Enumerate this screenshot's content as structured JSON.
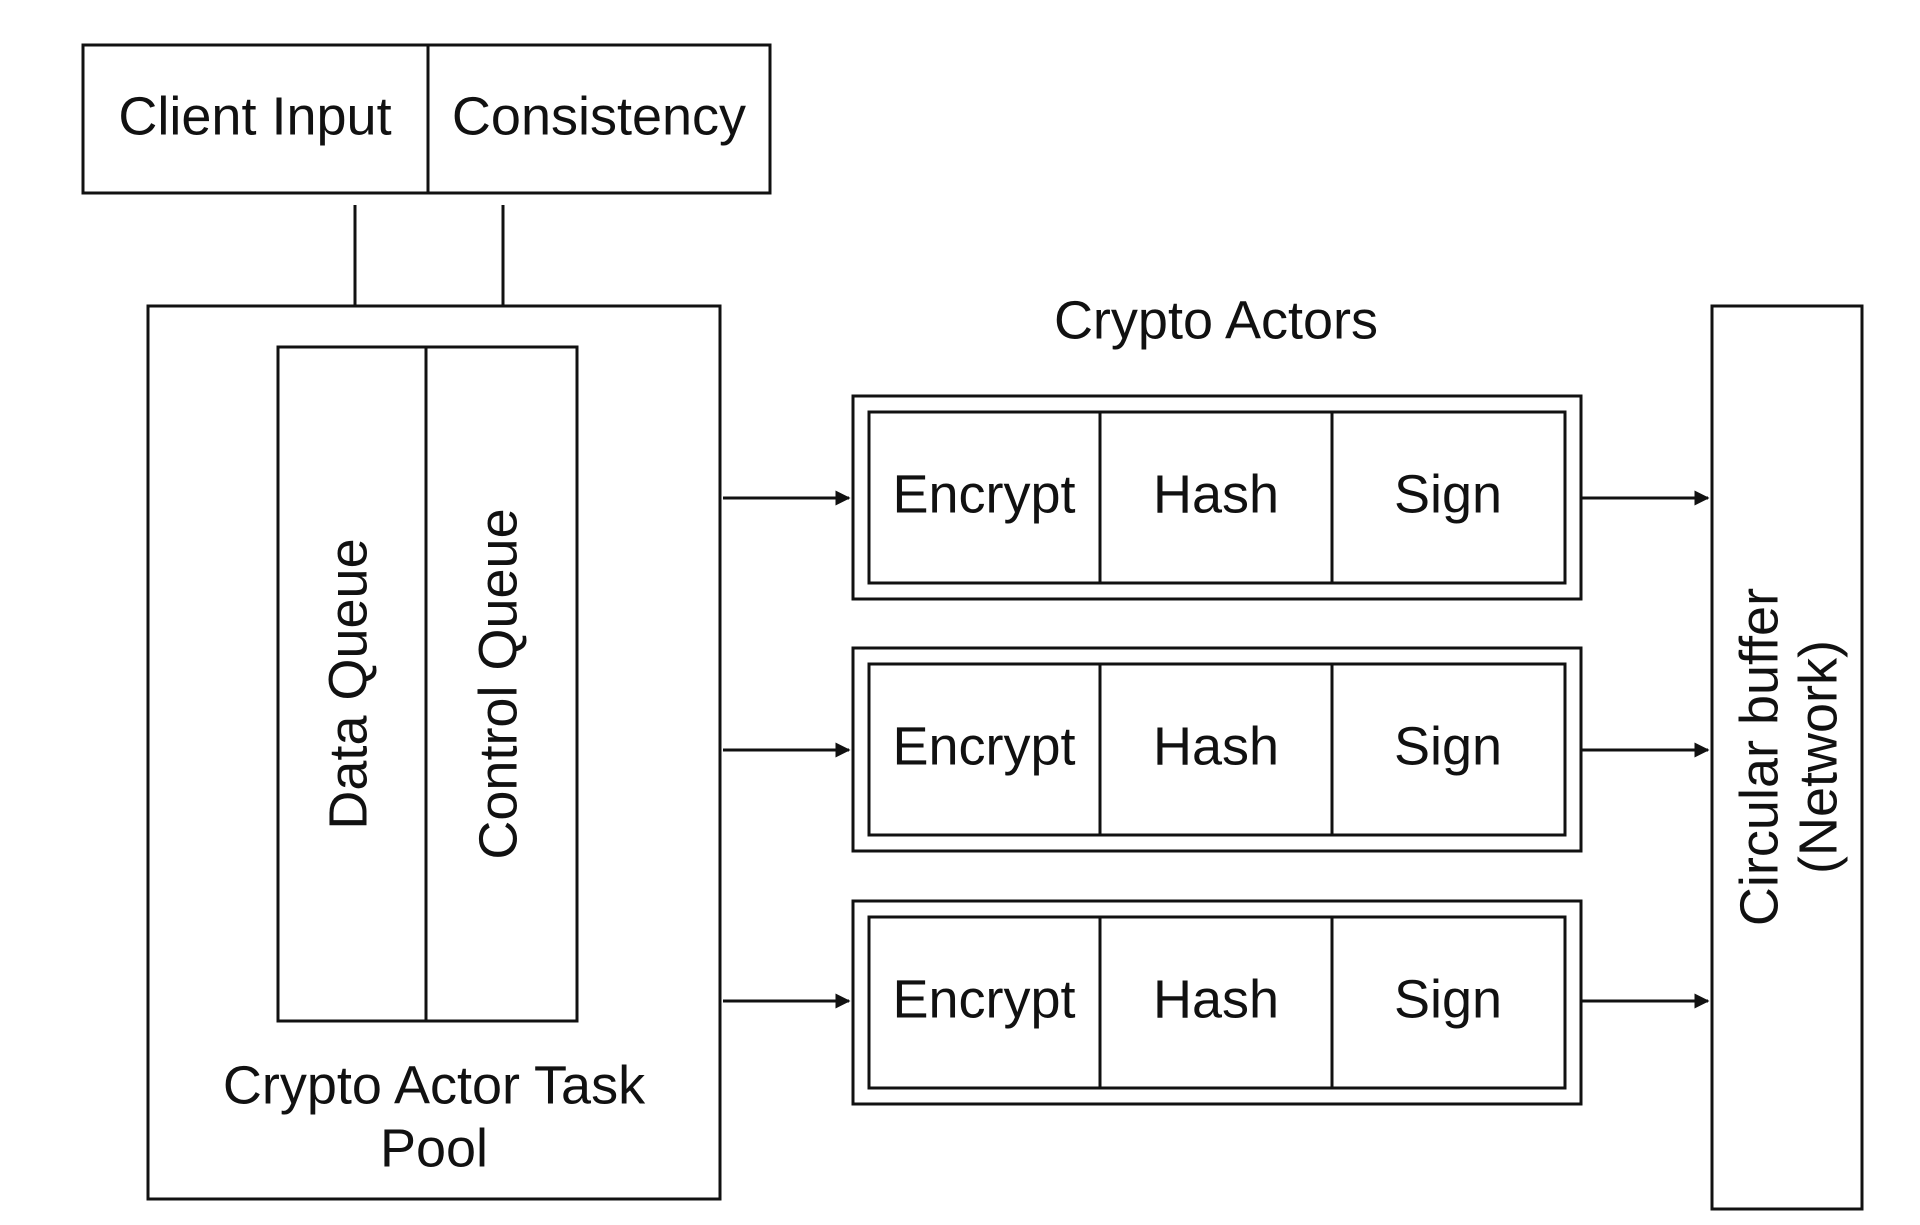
{
  "inputs": {
    "client_input": "Client Input",
    "consistency": "Consistency"
  },
  "task_pool": {
    "data_queue": "Data Queue",
    "control_queue": "Control Queue",
    "title_line1": "Crypto Actor Task",
    "title_line2": "Pool"
  },
  "crypto_actors": {
    "title": "Crypto Actors",
    "rows": [
      {
        "encrypt": "Encrypt",
        "hash": "Hash",
        "sign": "Sign"
      },
      {
        "encrypt": "Encrypt",
        "hash": "Hash",
        "sign": "Sign"
      },
      {
        "encrypt": "Encrypt",
        "hash": "Hash",
        "sign": "Sign"
      }
    ]
  },
  "circular_buffer": {
    "line1": "Circular buffer",
    "line2": "(Network)"
  }
}
